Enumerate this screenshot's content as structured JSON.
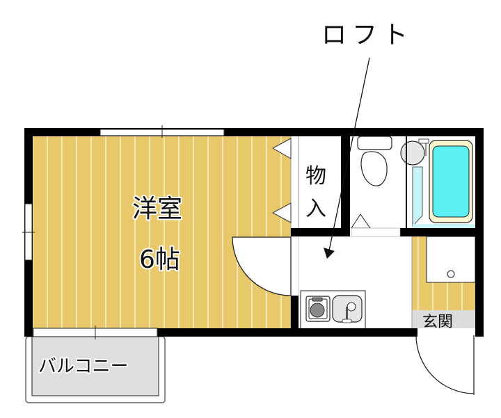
{
  "floorplan": {
    "colors": {
      "wall": "#000000",
      "wood_floor": "#E8C86A",
      "wood_stripe": "#F6E7B4",
      "balcony": "#DEDEDE",
      "bath_water": "#5CF0F5",
      "bath_floor": "#C9F5F8",
      "bath_rim": "#FBF5D0",
      "fixture_gray": "#E6E6E6",
      "stove_gray": "#8A8A8A",
      "genkan_step": "#DCDCDC"
    },
    "labels": {
      "loft": "ロフト",
      "western_room": "洋室",
      "western_room_size": "6帖",
      "storage_line1": "物",
      "storage_line2": "入",
      "balcony": "バルコニー",
      "entrance": "玄関"
    }
  }
}
